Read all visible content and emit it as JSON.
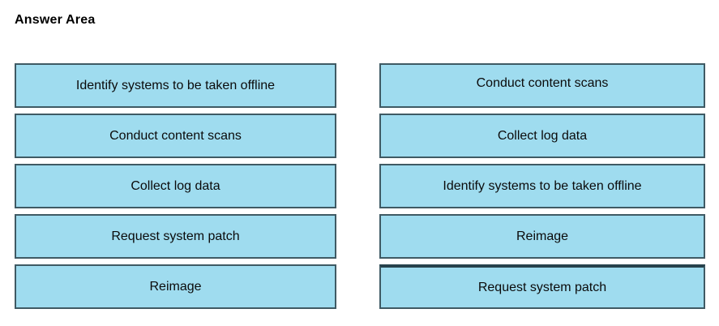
{
  "header": {
    "title": "Answer Area"
  },
  "colors": {
    "box_fill": "#9FDCEF",
    "box_border": "#3F5A64",
    "box_border_selected": "#27424C",
    "text": "#0B0B0B",
    "background": "#FFFFFF"
  },
  "columns": [
    {
      "name": "left-column",
      "items": [
        {
          "label": "Identify systems to be taken offline",
          "selected": false
        },
        {
          "label": "Conduct content scans",
          "selected": false
        },
        {
          "label": "Collect log data",
          "selected": false
        },
        {
          "label": "Request system patch",
          "selected": false
        },
        {
          "label": "Reimage",
          "selected": false
        }
      ]
    },
    {
      "name": "right-column",
      "items": [
        {
          "label": "Conduct content scans",
          "selected": false
        },
        {
          "label": "Collect log data",
          "selected": false
        },
        {
          "label": "Identify systems to be taken offline",
          "selected": false
        },
        {
          "label": "Reimage",
          "selected": false
        },
        {
          "label": "Request system patch",
          "selected": true
        }
      ]
    }
  ]
}
